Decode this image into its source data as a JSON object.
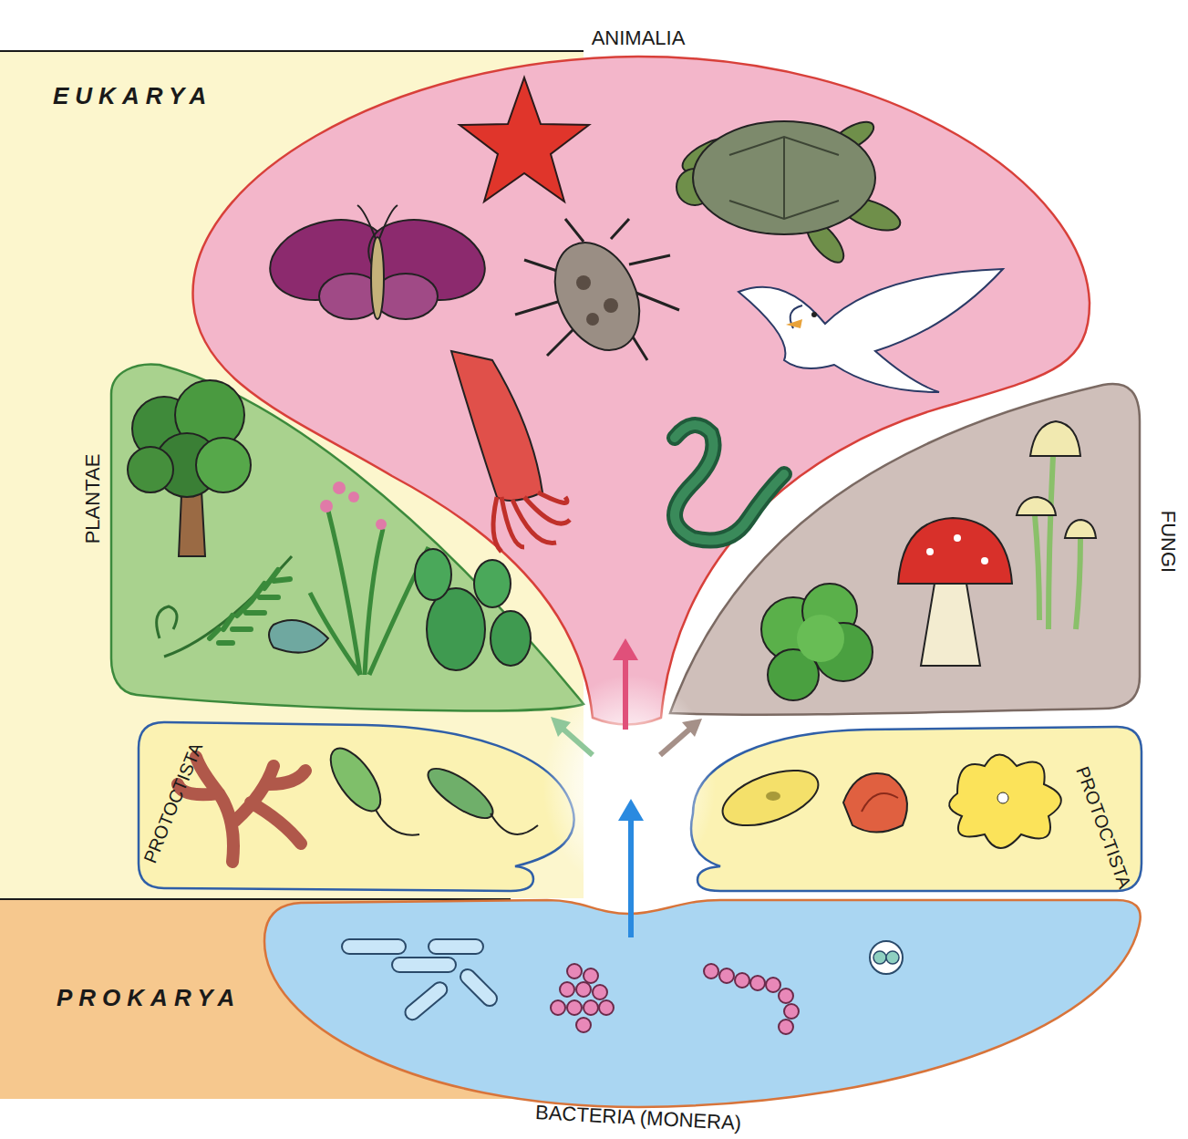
{
  "diagram": {
    "nodes": [
      {
        "text": [
          "EUKARYA"
        ]
      },
      {
        "text": [
          "PROKARYA"
        ]
      },
      {
        "text": [
          "ANIMALIA"
        ],
        "in": 0
      },
      {
        "text": [
          "PLANTAE"
        ],
        "in": 0
      },
      {
        "text": [
          "FUNGI"
        ],
        "in": 0
      },
      {
        "text": [
          "PROTOCTISTA"
        ],
        "in": 0
      },
      {
        "text": [
          "PROTOCTISTA"
        ],
        "in": 0
      },
      {
        "text": [
          "BACTERIA (MONERA)"
        ],
        "in": 1
      }
    ]
  }
}
